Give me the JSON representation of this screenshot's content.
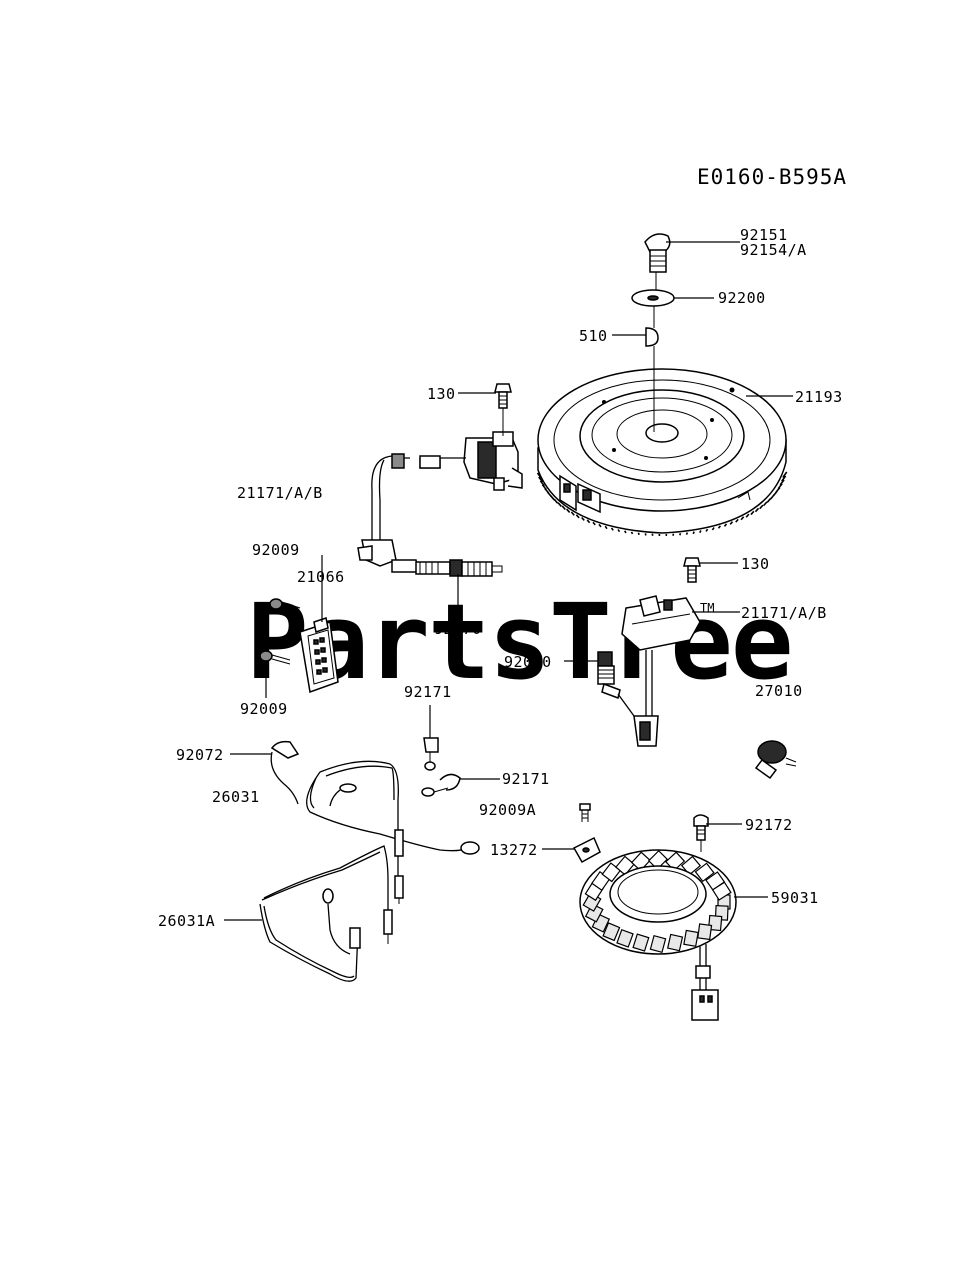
{
  "diagram_code": "E0160-B595A",
  "watermark": "PartsTree",
  "watermark_mark": "TM",
  "labels": {
    "p92151": "92151",
    "p92154a": "92154/A",
    "p92200": "92200",
    "p510": "510",
    "p130_top": "130",
    "p21193": "21193",
    "p21171_left": "21171/A/B",
    "p92009_top": "92009",
    "p21066": "21066",
    "p92070_left": "92070",
    "p92009_bottom": "92009",
    "p130_right": "130",
    "p21171_right": "21171/A/B",
    "p92070_right": "92070",
    "p27010": "27010",
    "p92171_top": "92171",
    "p92171_right": "92171",
    "p92072": "92072",
    "p26031": "26031",
    "p92009a": "92009A",
    "p92172": "92172",
    "p13272": "13272",
    "p59031": "59031",
    "p26031a": "26031A"
  }
}
